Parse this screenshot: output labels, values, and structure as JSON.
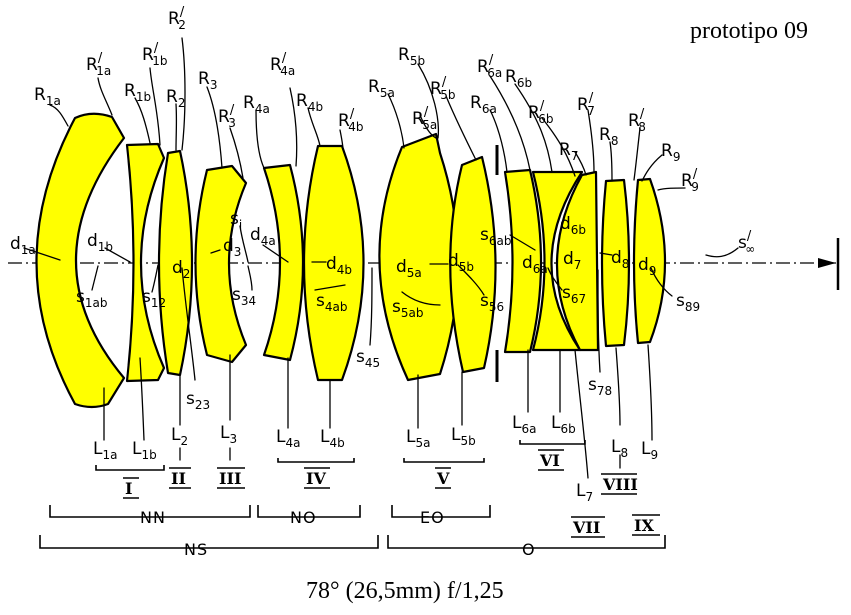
{
  "title": "prototipo 09",
  "caption": "78° (26,5mm) f/1,25",
  "surfaces": {
    "R1a": {
      "base": "R",
      "sub": "1a"
    },
    "R1ap": {
      "base": "R",
      "sub": "1a",
      "sup": "/"
    },
    "R1b": {
      "base": "R",
      "sub": "1b"
    },
    "R1bp": {
      "base": "R",
      "sub": "1b",
      "sup": "/"
    },
    "R2": {
      "base": "R",
      "sub": "2"
    },
    "R2p": {
      "base": "R",
      "sub": "2",
      "sup": "/"
    },
    "R3": {
      "base": "R",
      "sub": "3"
    },
    "R3p": {
      "base": "R",
      "sub": "3",
      "sup": "/"
    },
    "R4a": {
      "base": "R",
      "sub": "4a"
    },
    "R4ap": {
      "base": "R",
      "sub": "4a",
      "sup": "/"
    },
    "R4b": {
      "base": "R",
      "sub": "4b"
    },
    "R4bp": {
      "base": "R",
      "sub": "4b",
      "sup": "/"
    },
    "R5a": {
      "base": "R",
      "sub": "5a"
    },
    "R5ap": {
      "base": "R",
      "sub": "5a",
      "sup": "/"
    },
    "R5b": {
      "base": "R",
      "sub": "5b"
    },
    "R5bp": {
      "base": "R",
      "sub": "5b",
      "sup": "/"
    },
    "R6a": {
      "base": "R",
      "sub": "6a"
    },
    "R6ap": {
      "base": "R",
      "sub": "6a",
      "sup": "/"
    },
    "R6b": {
      "base": "R",
      "sub": "6b"
    },
    "R6bp": {
      "base": "R",
      "sub": "6b",
      "sup": "/"
    },
    "R7": {
      "base": "R",
      "sub": "7"
    },
    "R7p": {
      "base": "R",
      "sub": "7",
      "sup": "/"
    },
    "R8": {
      "base": "R",
      "sub": "8"
    },
    "R8p": {
      "base": "R",
      "sub": "8",
      "sup": "/"
    },
    "R9": {
      "base": "R",
      "sub": "9"
    },
    "R9p": {
      "base": "R",
      "sub": "9",
      "sup": "/"
    }
  },
  "thickness": {
    "d1a": {
      "base": "d",
      "sub": "1a"
    },
    "d1b": {
      "base": "d",
      "sub": "1b"
    },
    "d2": {
      "base": "d",
      "sub": "2"
    },
    "d3": {
      "base": "d",
      "sub": "3"
    },
    "d4a": {
      "base": "d",
      "sub": "4a"
    },
    "d4b": {
      "base": "d",
      "sub": "4b"
    },
    "d5a": {
      "base": "d",
      "sub": "5a"
    },
    "d5b": {
      "base": "d",
      "sub": "5b"
    },
    "d6a": {
      "base": "d",
      "sub": "6a"
    },
    "d6b": {
      "base": "d",
      "sub": "6b"
    },
    "d7": {
      "base": "d",
      "sub": "7"
    },
    "d8": {
      "base": "d",
      "sub": "8"
    },
    "d9": {
      "base": "d",
      "sub": "9"
    }
  },
  "spacings": {
    "s1ab": {
      "base": "s",
      "sub": "1ab"
    },
    "s12": {
      "base": "s",
      "sub": "12"
    },
    "s23": {
      "base": "s",
      "sub": "23"
    },
    "si": {
      "base": "s",
      "sub": "i"
    },
    "s34": {
      "base": "s",
      "sub": "34"
    },
    "s4ab": {
      "base": "s",
      "sub": "4ab"
    },
    "s45": {
      "base": "s",
      "sub": "45"
    },
    "s5ab": {
      "base": "s",
      "sub": "5ab"
    },
    "s56": {
      "base": "s",
      "sub": "56"
    },
    "s6ab": {
      "base": "s",
      "sub": "6ab"
    },
    "s67": {
      "base": "s",
      "sub": "67"
    },
    "s78": {
      "base": "s",
      "sub": "78"
    },
    "s89": {
      "base": "s",
      "sub": "89"
    },
    "sinf": {
      "base": "s",
      "sub": "∞",
      "sup": "/"
    }
  },
  "elements": {
    "L1a": {
      "base": "L",
      "sub": "1a"
    },
    "L1b": {
      "base": "L",
      "sub": "1b"
    },
    "L2": {
      "base": "L",
      "sub": "2"
    },
    "L3": {
      "base": "L",
      "sub": "3"
    },
    "L4a": {
      "base": "L",
      "sub": "4a"
    },
    "L4b": {
      "base": "L",
      "sub": "4b"
    },
    "L5a": {
      "base": "L",
      "sub": "5a"
    },
    "L5b": {
      "base": "L",
      "sub": "5b"
    },
    "L6a": {
      "base": "L",
      "sub": "6a"
    },
    "L6b": {
      "base": "L",
      "sub": "6b"
    },
    "L7": {
      "base": "L",
      "sub": "7"
    },
    "L8": {
      "base": "L",
      "sub": "8"
    },
    "L9": {
      "base": "L",
      "sub": "9"
    }
  },
  "components": [
    "I",
    "II",
    "III",
    "IV",
    "V",
    "VI",
    "VII",
    "VIII",
    "IX"
  ],
  "groups": {
    "NN": "NN",
    "NO": "NO",
    "EO": "EO",
    "NS": "NS",
    "O": "O"
  }
}
